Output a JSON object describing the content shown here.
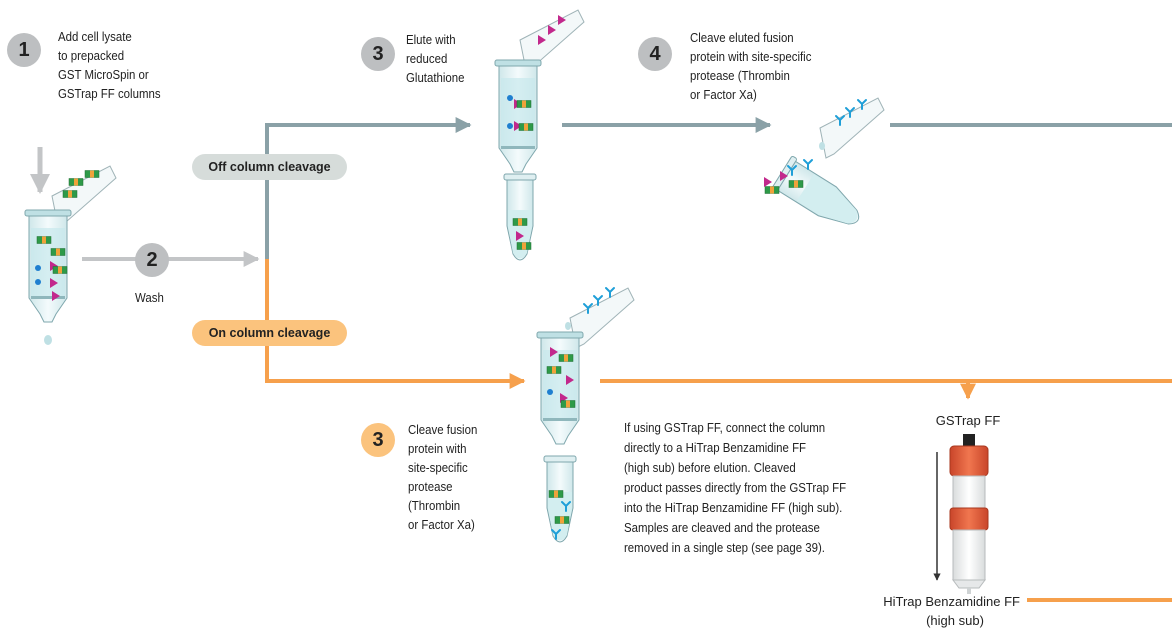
{
  "steps": {
    "s1": {
      "number": "1",
      "text": "Add cell lysate\nto prepacked\nGST MicroSpin or\nGSTrap FF columns"
    },
    "s2": {
      "number": "2",
      "text": "Wash"
    },
    "s3_off": {
      "number": "3",
      "text": "Elute with\nreduced\nGlutathione"
    },
    "s4": {
      "number": "4",
      "text": "Cleave eluted fusion\nprotein with site-specific\nprotease (Thrombin\nor Factor Xa)"
    },
    "s3_on": {
      "number": "3",
      "text": "Cleave fusion\nprotein with\nsite-specific\nprotease\n(Thrombin\nor Factor Xa)"
    }
  },
  "paths": {
    "off_column": "Off column cleavage",
    "on_column": "On column cleavage"
  },
  "note": "If using GSTrap FF, connect the column\ndirectly to a HiTrap Benzamidine FF\n(high sub) before elution. Cleaved\nproduct passes directly from the GSTrap FF\ninto the HiTrap Benzamidine FF (high sub).\nSamples are cleaved and the protease\nremoved in a single step (see page 39).",
  "labels": {
    "gstrap": "GSTrap FF",
    "hitrap_line1": "HiTrap Benzamidine FF",
    "hitrap_line2": "(high sub)"
  },
  "colors": {
    "grey_arrow": "#c3c5c7",
    "teal_line": "#8aa1a7",
    "orange_line": "#f6a04c",
    "step_grey": "#bdbfc1",
    "step_orange": "#fbc37d",
    "pill_off": "#d6dcda",
    "column_red": "#e55a3a",
    "liquid": "#d3eef0",
    "fusion_green": "#2e9a48",
    "gst_orange": "#f0a23a",
    "target_magenta": "#c2288c",
    "protease_blue": "#1f9fd8"
  }
}
